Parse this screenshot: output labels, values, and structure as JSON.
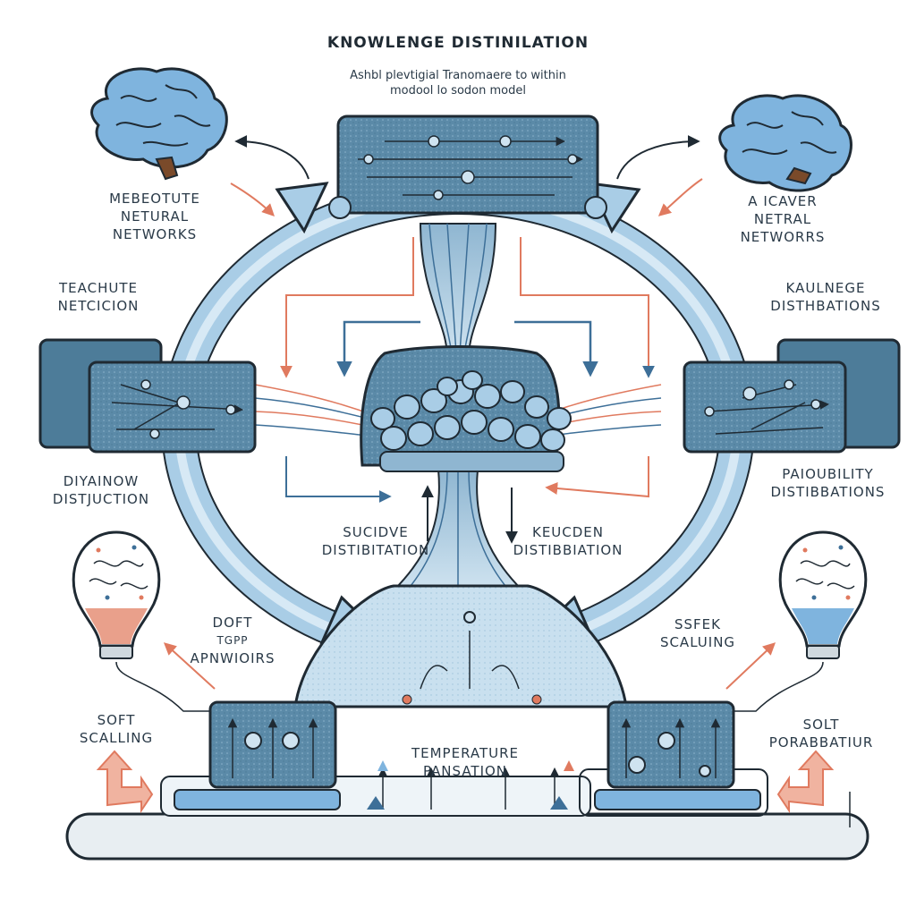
{
  "title": "KNOWLENGE DISTINILATION",
  "subtitle_lines": [
    "Ashbl plevtigial Tranomaere to within",
    "modool lo sodon model"
  ],
  "labels": {
    "top_left": [
      "MEBEOTUTE",
      "NETURAL",
      "NETWORKS"
    ],
    "top_right": [
      "A ICAVER",
      "NETRAL",
      "NETWORRS"
    ],
    "teacher": [
      "TEACHUTE",
      "NETCICION"
    ],
    "knowledge": [
      "KAULNEGE",
      "DISTHBATIONS"
    ],
    "divainow": [
      "DIYAINOW",
      "DISTJUCTION"
    ],
    "probability": [
      "PAIOUBILITY",
      "DISTIBBATIONS"
    ],
    "sucidve": [
      "SUCIDVE",
      "DISTIBITATION"
    ],
    "keucden": [
      "KEUCDEN",
      "DISTIBBIATION"
    ],
    "doft": [
      "DOFT",
      "TGPP",
      "APNWIOIRS"
    ],
    "ssfek": [
      "SSFEK",
      "SCALUING"
    ],
    "soft_left": [
      "SOFT",
      "SCALLING"
    ],
    "solt_right": [
      "SOLT",
      "PORABBATIUR"
    ],
    "temperature": [
      "TEMPERATURE",
      "PANSATION"
    ]
  },
  "colors": {
    "panel_fill": "#5b8aa8",
    "panel_dark": "#3f6f8e",
    "ring": "#a9cde6",
    "brain": "#7fb4de",
    "outline": "#1f2a33",
    "accent_red": "#e07a5f",
    "accent_blue": "#3d6f98"
  },
  "icons": [
    "brain-icon",
    "lightbulb-icon",
    "network-icon",
    "arrow-icon"
  ]
}
